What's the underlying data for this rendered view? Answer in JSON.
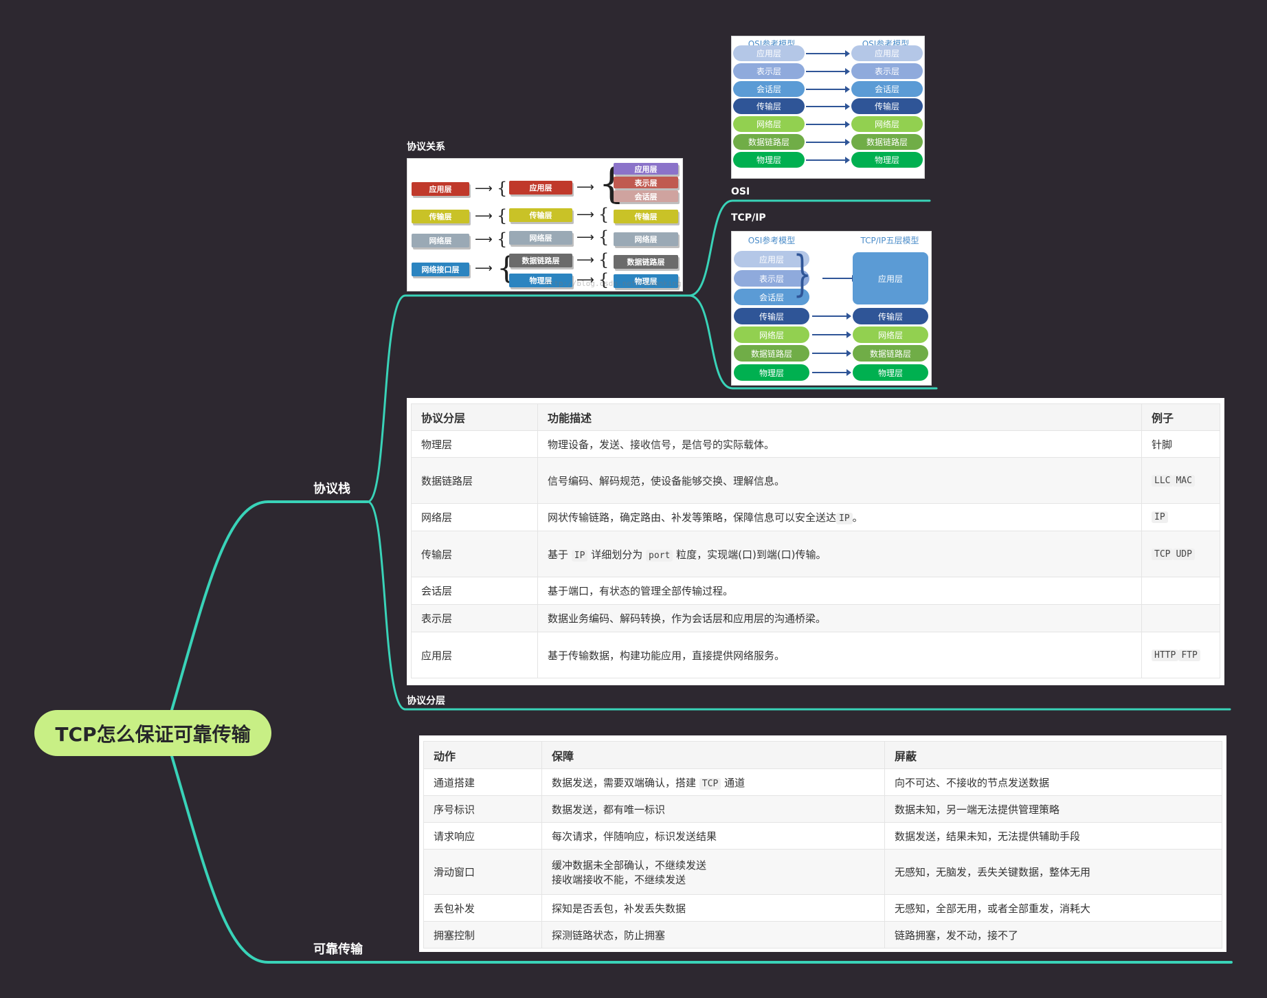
{
  "root": "TCP怎么保证可靠传输",
  "branches": {
    "protocol_stack": "协议栈",
    "reliable": "可靠传输",
    "relation": "协议关系",
    "osi": "OSI",
    "tcpip": "TCP/IP",
    "layering": "协议分层"
  },
  "colors": {
    "background": "#2d2830",
    "line": "#39d3b8",
    "root": "#c8ef85"
  },
  "relation_image": {
    "col1": [
      "应用层",
      "传输层",
      "网络层",
      "网络接口层"
    ],
    "col2": [
      "应用层",
      "传输层",
      "网络层",
      "数据链路层",
      "物理层"
    ],
    "col3": [
      "应用层",
      "表示层",
      "会话层",
      "传输层",
      "网络层",
      "数据链路层",
      "物理层"
    ],
    "watermark": "http://blog.csdn.net/tvmanking"
  },
  "osi_image": {
    "left_header": "OSI参考模型",
    "right_header": "OSI参考模型",
    "left": [
      "应用层",
      "表示层",
      "会话层",
      "传输层",
      "网络层",
      "数据链路层",
      "物理层"
    ],
    "right": [
      "应用层",
      "表示层",
      "会话层",
      "传输层",
      "网络层",
      "数据链路层",
      "物理层"
    ]
  },
  "tcpip_image": {
    "left_header": "OSI参考模型",
    "right_header": "TCP/IP五层模型",
    "left": [
      "应用层",
      "表示层",
      "会话层",
      "传输层",
      "网络层",
      "数据链路层",
      "物理层"
    ],
    "right": [
      "应用层",
      "传输层",
      "网络层",
      "数据链路层",
      "物理层"
    ]
  },
  "layers_table": {
    "headers": [
      "协议分层",
      "功能描述",
      "例子"
    ],
    "rows": [
      {
        "layer": "物理层",
        "desc": "物理设备，发送、接收信号，是信号的实际载体。",
        "ex1": "针脚",
        "ex2": ""
      },
      {
        "layer": "数据链路层",
        "desc": "信号编码、解码规范，使设备能够交换、理解信息。",
        "ex1": "LLC",
        "ex2": "MAC"
      },
      {
        "layer": "网络层",
        "desc_a": "网状传输链路，确定路由、补发等策略，保障信息可以安全送达",
        "desc_code": "IP",
        "desc_b": "。",
        "ex1": "IP",
        "ex2": ""
      },
      {
        "layer": "传输层",
        "desc_a": "基于",
        "desc_code": "IP",
        "desc_b": "详细划分为",
        "desc_code2": "port",
        "desc_c": "粒度，实现端(口)到端(口)传输。",
        "ex1": "TCP",
        "ex2": "UDP"
      },
      {
        "layer": "会话层",
        "desc": "基于端口，有状态的管理全部传输过程。",
        "ex1": "",
        "ex2": ""
      },
      {
        "layer": "表示层",
        "desc": "数据业务编码、解码转换，作为会话层和应用层的沟通桥梁。",
        "ex1": "",
        "ex2": ""
      },
      {
        "layer": "应用层",
        "desc": "基于传输数据，构建功能应用，直接提供网络服务。",
        "ex1": "HTTP",
        "ex2": "FTP"
      }
    ]
  },
  "reliable_table": {
    "headers": [
      "动作",
      "保障",
      "屏蔽"
    ],
    "rows": [
      {
        "action": "通道搭建",
        "guarantee_a": "数据发送，需要双端确认，搭建",
        "guarantee_code": "TCP",
        "guarantee_b": "通道",
        "shield": "向不可达、不接收的节点发送数据"
      },
      {
        "action": "序号标识",
        "guarantee": "数据发送，都有唯一标识",
        "shield": "数据未知，另一端无法提供管理策略"
      },
      {
        "action": "请求响应",
        "guarantee": "每次请求，伴随响应，标识发送结果",
        "shield": "数据发送，结果未知，无法提供辅助手段"
      },
      {
        "action": "滑动窗口",
        "guarantee": "缓冲数据未全部确认，不继续发送",
        "guarantee2": "接收端接收不能，不继续发送",
        "shield": "无感知，无脑发，丢失关键数据，整体无用"
      },
      {
        "action": "丢包补发",
        "guarantee": "探知是否丢包，补发丢失数据",
        "shield": "无感知，全部无用，或者全部重发，消耗大"
      },
      {
        "action": "拥塞控制",
        "guarantee": "探测链路状态，防止拥塞",
        "shield": "链路拥塞，发不动，接不了"
      }
    ]
  }
}
